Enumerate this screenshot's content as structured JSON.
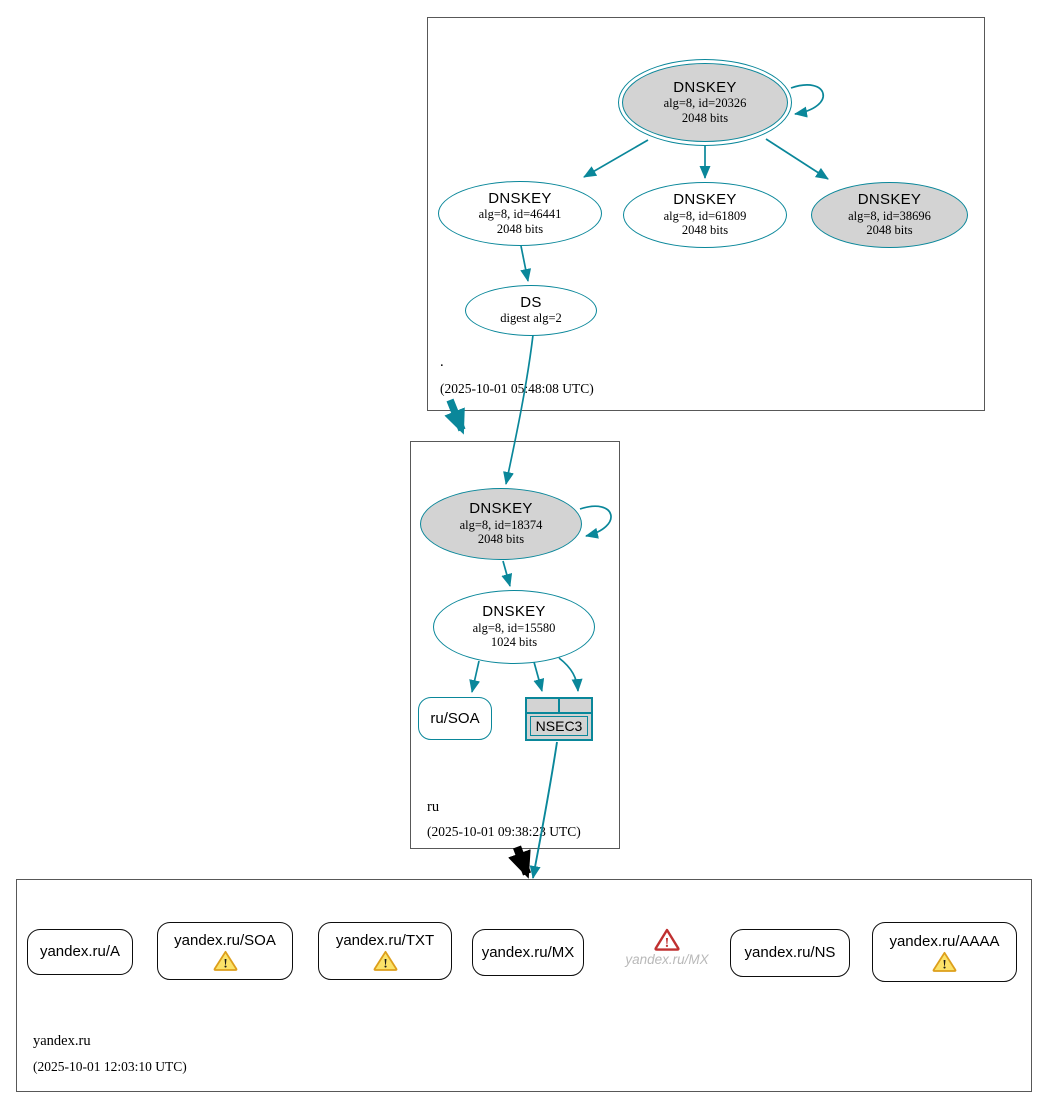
{
  "colors": {
    "accent_teal": "#0a879a",
    "node_fill_gray": "#d3d3d3",
    "warning_yellow": "#f5c426",
    "warning_border": "#dd9f1b",
    "error_red": "#c03030",
    "ghost_text_gray": "#b9b9b9",
    "node_border_black": "#0d0d0d"
  },
  "root_zone": {
    "label": ".",
    "timestamp": "(2025-10-01 05:48:08 UTC)",
    "ksk": {
      "title": "DNSKEY",
      "detail1": "alg=8, id=20326",
      "detail2": "2048 bits"
    },
    "zsk1": {
      "title": "DNSKEY",
      "detail1": "alg=8, id=46441",
      "detail2": "2048 bits"
    },
    "zsk2": {
      "title": "DNSKEY",
      "detail1": "alg=8, id=61809",
      "detail2": "2048 bits"
    },
    "zsk3": {
      "title": "DNSKEY",
      "detail1": "alg=8, id=38696",
      "detail2": "2048 bits"
    },
    "ds": {
      "title": "DS",
      "detail1": "digest alg=2"
    }
  },
  "ru_zone": {
    "label": "ru",
    "timestamp": "(2025-10-01 09:38:23 UTC)",
    "ksk": {
      "title": "DNSKEY",
      "detail1": "alg=8, id=18374",
      "detail2": "2048 bits"
    },
    "zsk": {
      "title": "DNSKEY",
      "detail1": "alg=8, id=15580",
      "detail2": "1024 bits"
    },
    "soa": {
      "label": "ru/SOA"
    },
    "nsec3": {
      "label": "NSEC3"
    }
  },
  "yandex_zone": {
    "label": "yandex.ru",
    "timestamp": "(2025-10-01 12:03:10 UTC)",
    "rrsets": [
      {
        "label": "yandex.ru/A"
      },
      {
        "label": "yandex.ru/SOA"
      },
      {
        "label": "yandex.ru/TXT"
      },
      {
        "label": "yandex.ru/MX"
      },
      {
        "label": "yandex.ru/NS"
      },
      {
        "label": "yandex.ru/AAAA"
      }
    ],
    "error_node": {
      "label": "yandex.ru/MX"
    }
  }
}
